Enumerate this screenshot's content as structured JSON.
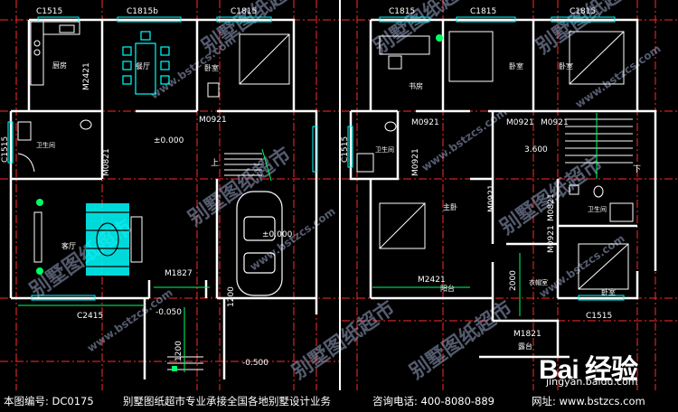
{
  "colors": {
    "wall": "#ffffff",
    "grid": "#ff2a2a",
    "fixture": "#00ffff",
    "dimension": "#00ff66",
    "label": "#ffffff",
    "watermark": "#9aa6c8",
    "footer_bg": "#000000",
    "footer_text": "#ffffff"
  },
  "ground_floor": {
    "top_codes": [
      "C1515",
      "C1815b",
      "C1815"
    ],
    "side_code": "C1515",
    "bottom_code": "C2415",
    "rooms": {
      "kitchen": "厨房",
      "dining": "餐厅",
      "bedroom": "卧室",
      "bath": "卫生间",
      "living": "客厅"
    },
    "doors": [
      "M2421",
      "M0921",
      "M0821",
      "M1827"
    ],
    "levels": [
      "±0.000",
      "±0.000",
      "-0.050",
      "-0.500"
    ],
    "dims": [
      "1200",
      "1200"
    ],
    "stair_label": "上"
  },
  "upper_floor": {
    "top_codes": [
      "C1815",
      "C1815",
      "C1815"
    ],
    "side_code": "C1515",
    "bottom_code": "C1515",
    "rooms": {
      "study": "书房",
      "bedroom_a": "卧室",
      "bedroom_b": "卧室",
      "bath": "卫生间",
      "master": "主卧",
      "bath2": "卫生间",
      "balcony": "阳台",
      "dressing": "衣帽室",
      "bedroom_c": "卧室",
      "terrace": "露台"
    },
    "doors": [
      "M0921",
      "M0921",
      "M0921",
      "M0921",
      "M0921",
      "M0821",
      "M0921",
      "M2421",
      "M1821"
    ],
    "level": "3.600",
    "dim": "2000",
    "stair_label": "下"
  },
  "watermark_text": [
    "别墅图纸超市",
    "www.bstzcs.com"
  ],
  "footer": {
    "drawing_no": "本图编号: DC0175",
    "slogan": "别墅图纸超市专业承接全国各地别墅设计业务",
    "phone": "咨询电话: 400-8080-889",
    "site": "网址: www.bstzcs.com"
  },
  "logo": {
    "brand": "Bai 经验",
    "url": "jingyan.baidu.com"
  }
}
